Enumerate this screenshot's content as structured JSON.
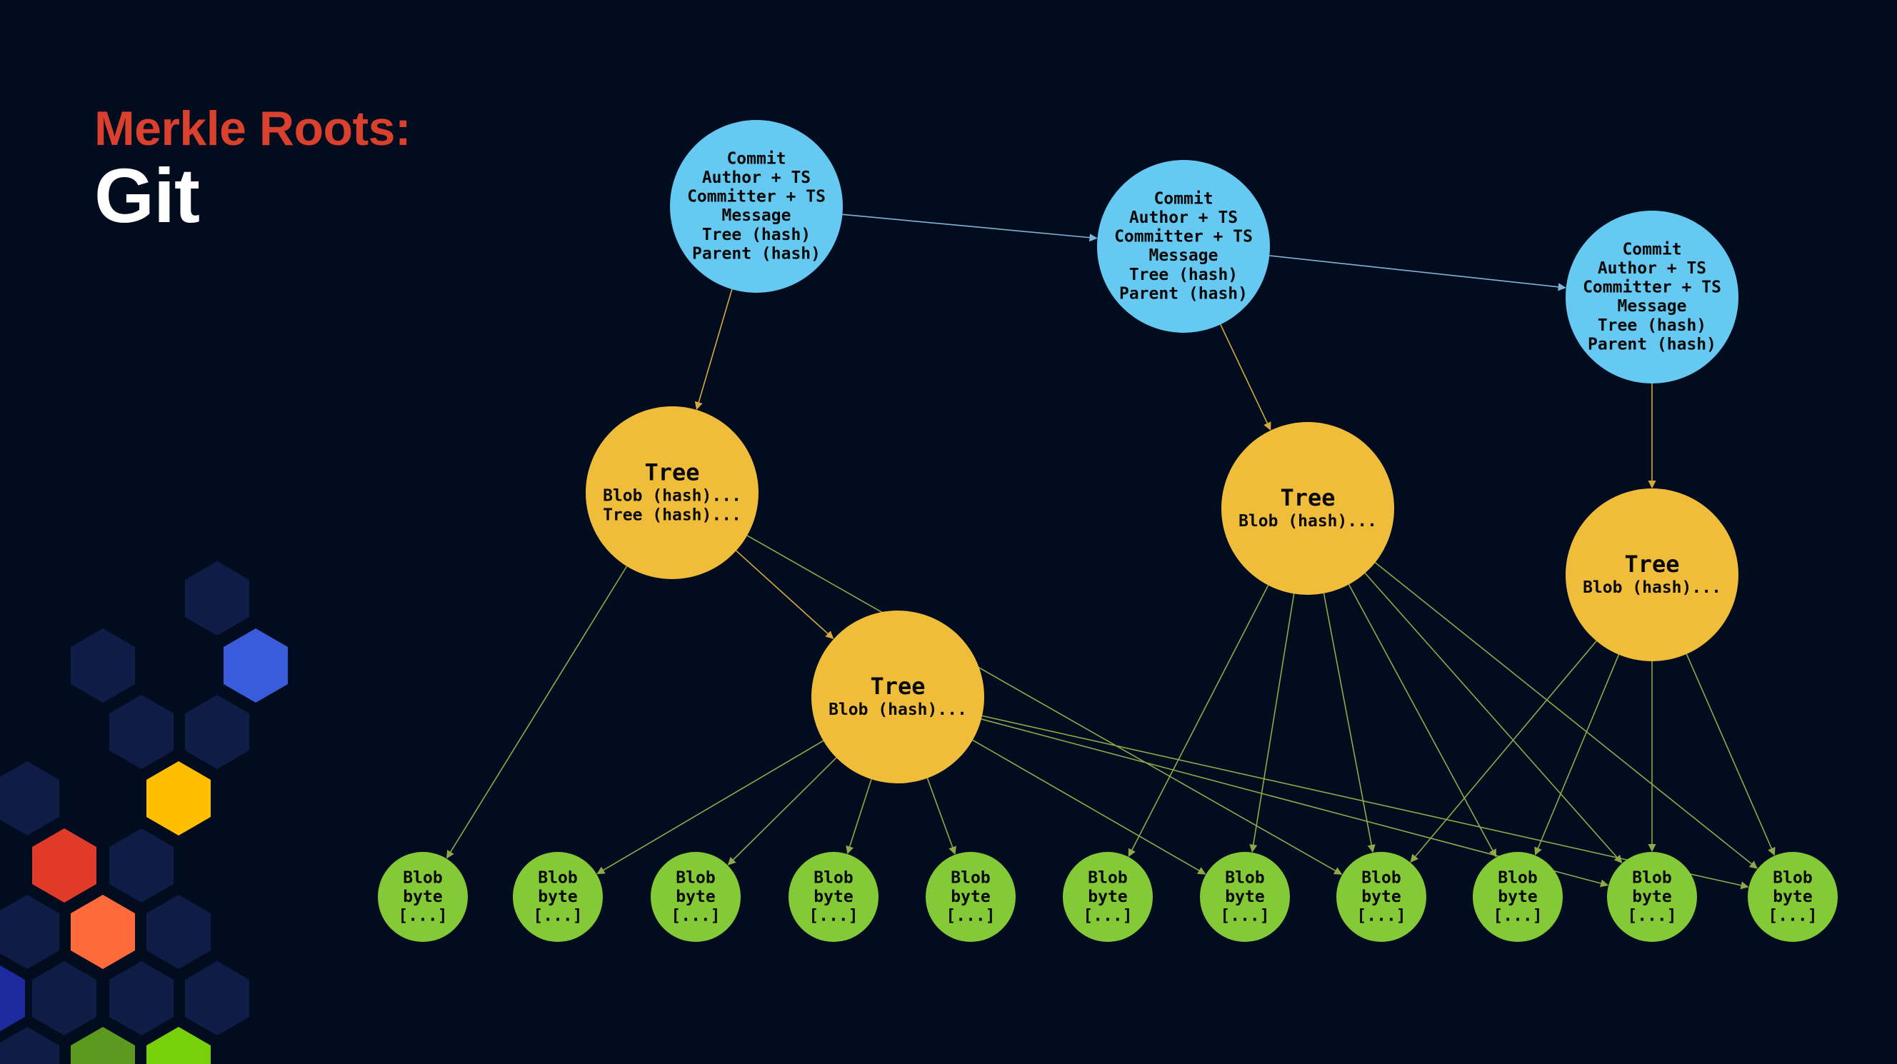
{
  "title": {
    "line1": "Merkle Roots:",
    "line2": "Git"
  },
  "colors": {
    "background": "#020c1f",
    "commit": "#66c9f2",
    "tree": "#f0bd3a",
    "blob": "#84c937",
    "commit_edge": "#7fb5d6",
    "tree_edge": "#d9a83a",
    "blob_edge": "#8fa84a"
  },
  "commits": [
    {
      "id": "c1",
      "lines": [
        "Commit",
        "Author + TS",
        "Committer + TS",
        "Message",
        "Tree (hash)",
        "Parent (hash)"
      ]
    },
    {
      "id": "c2",
      "lines": [
        "Commit",
        "Author + TS",
        "Committer + TS",
        "Message",
        "Tree (hash)",
        "Parent (hash)"
      ]
    },
    {
      "id": "c3",
      "lines": [
        "Commit",
        "Author + TS",
        "Committer + TS",
        "Message",
        "Tree (hash)",
        "Parent (hash)"
      ]
    }
  ],
  "trees": [
    {
      "id": "t1",
      "title": "Tree",
      "lines": [
        "Blob (hash)...",
        "Tree (hash)..."
      ]
    },
    {
      "id": "t2",
      "title": "Tree",
      "lines": [
        "Blob (hash)..."
      ]
    },
    {
      "id": "t3",
      "title": "Tree",
      "lines": [
        "Blob (hash)..."
      ]
    },
    {
      "id": "t4",
      "title": "Tree",
      "lines": [
        "Blob (hash)..."
      ]
    }
  ],
  "blobs": [
    {
      "id": "b1",
      "lines": [
        "Blob",
        "byte",
        "[...]"
      ]
    },
    {
      "id": "b2",
      "lines": [
        "Blob",
        "byte",
        "[...]"
      ]
    },
    {
      "id": "b3",
      "lines": [
        "Blob",
        "byte",
        "[...]"
      ]
    },
    {
      "id": "b4",
      "lines": [
        "Blob",
        "byte",
        "[...]"
      ]
    },
    {
      "id": "b5",
      "lines": [
        "Blob",
        "byte",
        "[...]"
      ]
    },
    {
      "id": "b6",
      "lines": [
        "Blob",
        "byte",
        "[...]"
      ]
    },
    {
      "id": "b7",
      "lines": [
        "Blob",
        "byte",
        "[...]"
      ]
    },
    {
      "id": "b8",
      "lines": [
        "Blob",
        "byte",
        "[...]"
      ]
    },
    {
      "id": "b9",
      "lines": [
        "Blob",
        "byte",
        "[...]"
      ]
    },
    {
      "id": "b10",
      "lines": [
        "Blob",
        "byte",
        "[...]"
      ]
    },
    {
      "id": "b11",
      "lines": [
        "Blob",
        "byte",
        "[...]"
      ]
    }
  ],
  "edges": [
    {
      "from": "c1",
      "to": "c2",
      "kind": "commit"
    },
    {
      "from": "c2",
      "to": "c3",
      "kind": "commit"
    },
    {
      "from": "c1",
      "to": "t1",
      "kind": "tree"
    },
    {
      "from": "c2",
      "to": "t3",
      "kind": "tree"
    },
    {
      "from": "c3",
      "to": "t4",
      "kind": "tree"
    },
    {
      "from": "t1",
      "to": "t2",
      "kind": "tree"
    },
    {
      "from": "t1",
      "to": "b1",
      "kind": "blob"
    },
    {
      "from": "t1",
      "to": "b8",
      "kind": "blob"
    },
    {
      "from": "t2",
      "to": "b2",
      "kind": "blob"
    },
    {
      "from": "t2",
      "to": "b3",
      "kind": "blob"
    },
    {
      "from": "t2",
      "to": "b4",
      "kind": "blob"
    },
    {
      "from": "t2",
      "to": "b5",
      "kind": "blob"
    },
    {
      "from": "t2",
      "to": "b7",
      "kind": "blob"
    },
    {
      "from": "t2",
      "to": "b10",
      "kind": "blob"
    },
    {
      "from": "t2",
      "to": "b11",
      "kind": "blob"
    },
    {
      "from": "t3",
      "to": "b6",
      "kind": "blob"
    },
    {
      "from": "t3",
      "to": "b7",
      "kind": "blob"
    },
    {
      "from": "t3",
      "to": "b8",
      "kind": "blob"
    },
    {
      "from": "t3",
      "to": "b9",
      "kind": "blob"
    },
    {
      "from": "t3",
      "to": "b10",
      "kind": "blob"
    },
    {
      "from": "t3",
      "to": "b11",
      "kind": "blob"
    },
    {
      "from": "t4",
      "to": "b8",
      "kind": "blob"
    },
    {
      "from": "t4",
      "to": "b9",
      "kind": "blob"
    },
    {
      "from": "t4",
      "to": "b10",
      "kind": "blob"
    },
    {
      "from": "t4",
      "to": "b11",
      "kind": "blob"
    }
  ],
  "decoration_hexes": [
    {
      "color": "#0f1c45"
    },
    {
      "color": "#0f1c45"
    },
    {
      "color": "#3a5bdc"
    },
    {
      "color": "#0f1c45"
    },
    {
      "color": "#0f1c45"
    },
    {
      "color": "#0f1c45"
    },
    {
      "color": "#ffbf00"
    },
    {
      "color": "#e03a28"
    },
    {
      "color": "#0f1c45"
    },
    {
      "color": "#0f1c45"
    },
    {
      "color": "#ff6a3d"
    },
    {
      "color": "#0f1c45"
    },
    {
      "color": "#1c2a9e"
    },
    {
      "color": "#0f1c45"
    },
    {
      "color": "#0f1c45"
    },
    {
      "color": "#0f1c45"
    },
    {
      "color": "#0f1c45"
    },
    {
      "color": "#5b9a1e"
    },
    {
      "color": "#76d10a"
    }
  ]
}
